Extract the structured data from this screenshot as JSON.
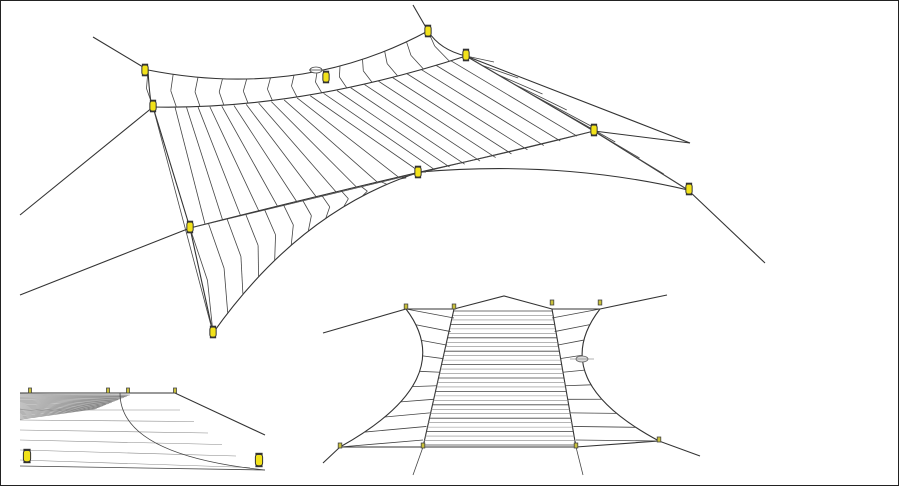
{
  "figure": {
    "panels": [
      {
        "name": "main-perspective-view",
        "kind": "trawl-net rigging, 3D perspective"
      },
      {
        "name": "bottom-left-side-view",
        "kind": "trawl-net rigging, side view"
      },
      {
        "name": "bottom-right-top-view",
        "kind": "trawl-net rigging, top view"
      }
    ]
  },
  "colors": {
    "rope": "#333333",
    "float": "#f2e21a",
    "background": "#ffffff",
    "border": "#222222"
  },
  "icons": [
    "float-buoy-icon",
    "depressor-icon"
  ]
}
